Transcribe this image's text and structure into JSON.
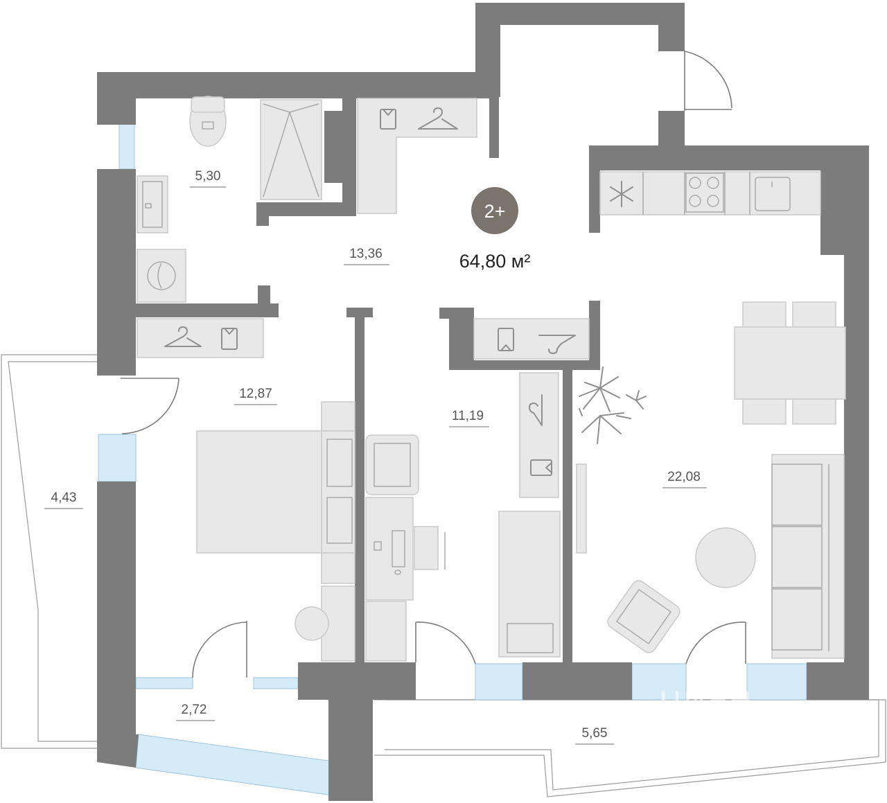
{
  "apartment": {
    "rooms_badge": "2+",
    "total_area": "64,80 м²"
  },
  "room_areas": {
    "bathroom": "5,30",
    "hallway": "13,36",
    "bedroom": "12,87",
    "study": "11,19",
    "living_kitchen": "22,08",
    "balcony_left": "4,43",
    "balcony_small": "2,72",
    "balcony_bottom": "5,65"
  },
  "watermark": "циан",
  "colors": {
    "wall": "#7c7c7c",
    "glass": "#d5ebf8",
    "furniture": "#e8e8e8",
    "badge": "#7a746c"
  }
}
